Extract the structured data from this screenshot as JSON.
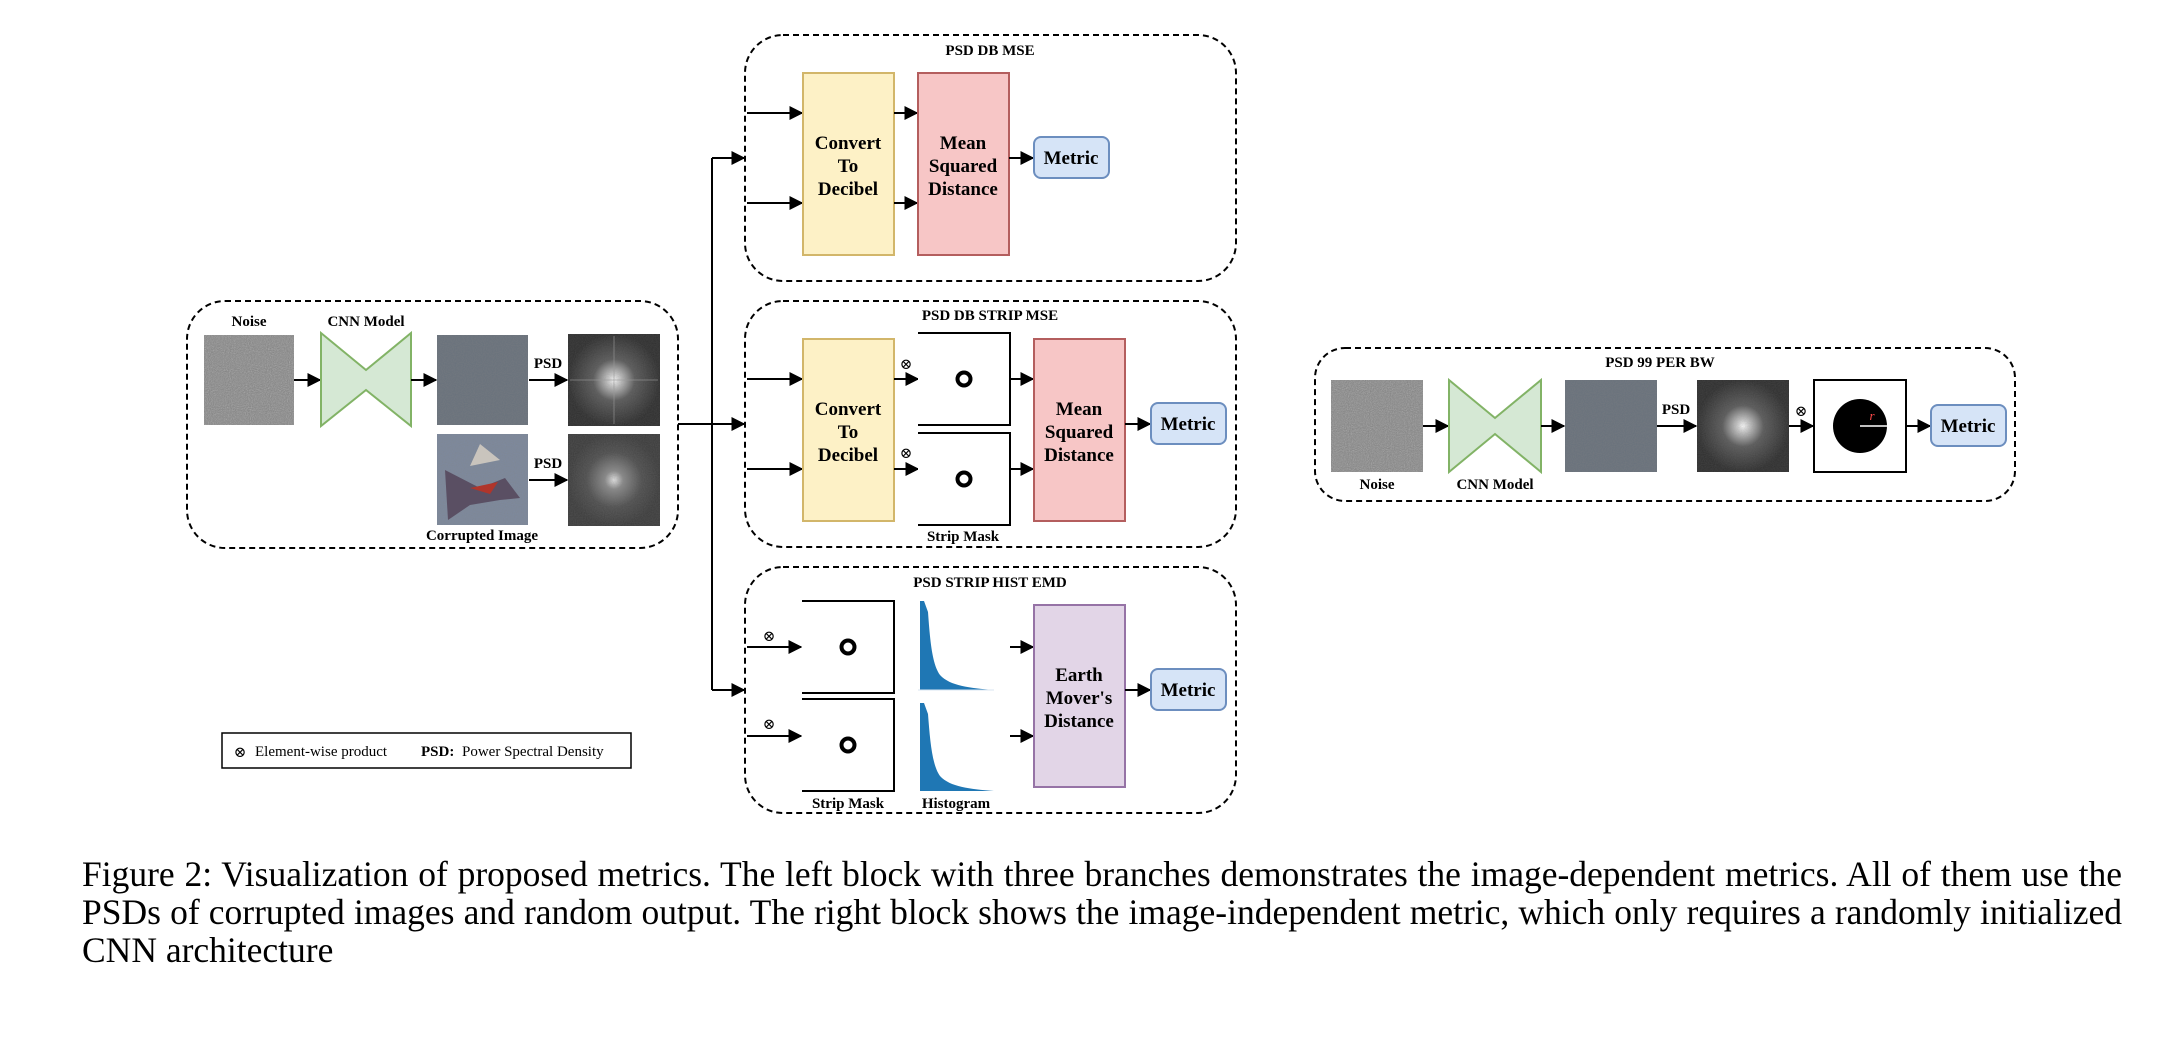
{
  "left_block": {
    "noise_label": "Noise",
    "cnn_label": "CNN Model",
    "psd_label_top": "PSD",
    "psd_label_bottom": "PSD",
    "corrupted_label": "Corrupted Image"
  },
  "branch_mse": {
    "title": "PSD DB MSE",
    "convert": [
      "Convert",
      "To",
      "Decibel"
    ],
    "mean": [
      "Mean",
      "Squared",
      "Distance"
    ],
    "metric": "Metric"
  },
  "branch_strip": {
    "title": "PSD DB STRIP MSE",
    "convert": [
      "Convert",
      "To",
      "Decibel"
    ],
    "mean": [
      "Mean",
      "Squared",
      "Distance"
    ],
    "strip_label": "Strip Mask",
    "metric": "Metric"
  },
  "branch_hist": {
    "title": "PSD STRIP HIST EMD",
    "emd": [
      "Earth",
      "Mover's",
      "Distance"
    ],
    "strip_label": "Strip Mask",
    "hist_label": "Histogram",
    "metric": "Metric"
  },
  "legend": {
    "symbol": "⊗",
    "product": "Element-wise product",
    "psd_abbr": "PSD:",
    "psd_full": "Power Spectral Density"
  },
  "right_block": {
    "title": "PSD 99 PER BW",
    "psd_label": "PSD",
    "noise_label": "Noise",
    "cnn_label": "CNN Model",
    "radius_label": "r",
    "metric": "Metric"
  },
  "caption": "Figure 2: Visualization of proposed metrics. The left block with three branches demonstrates the image-dependent metrics. All of them use the PSDs of corrupted images and random output. The right block shows the image-independent metric, which only requires a randomly initialized CNN architecture",
  "colors": {
    "convert_fill": "#fdf1c6",
    "convert_stroke": "#d2b66a",
    "mse_fill": "#f7c6c6",
    "mse_stroke": "#b45e5e",
    "emd_fill": "#e2d5e7",
    "emd_stroke": "#9673a6",
    "metric_fill": "#d6e4f7",
    "metric_stroke": "#6c8ebf",
    "cnn_fill": "#d5e8d4",
    "cnn_stroke": "#82b366",
    "histogram": "#1f77b4"
  }
}
